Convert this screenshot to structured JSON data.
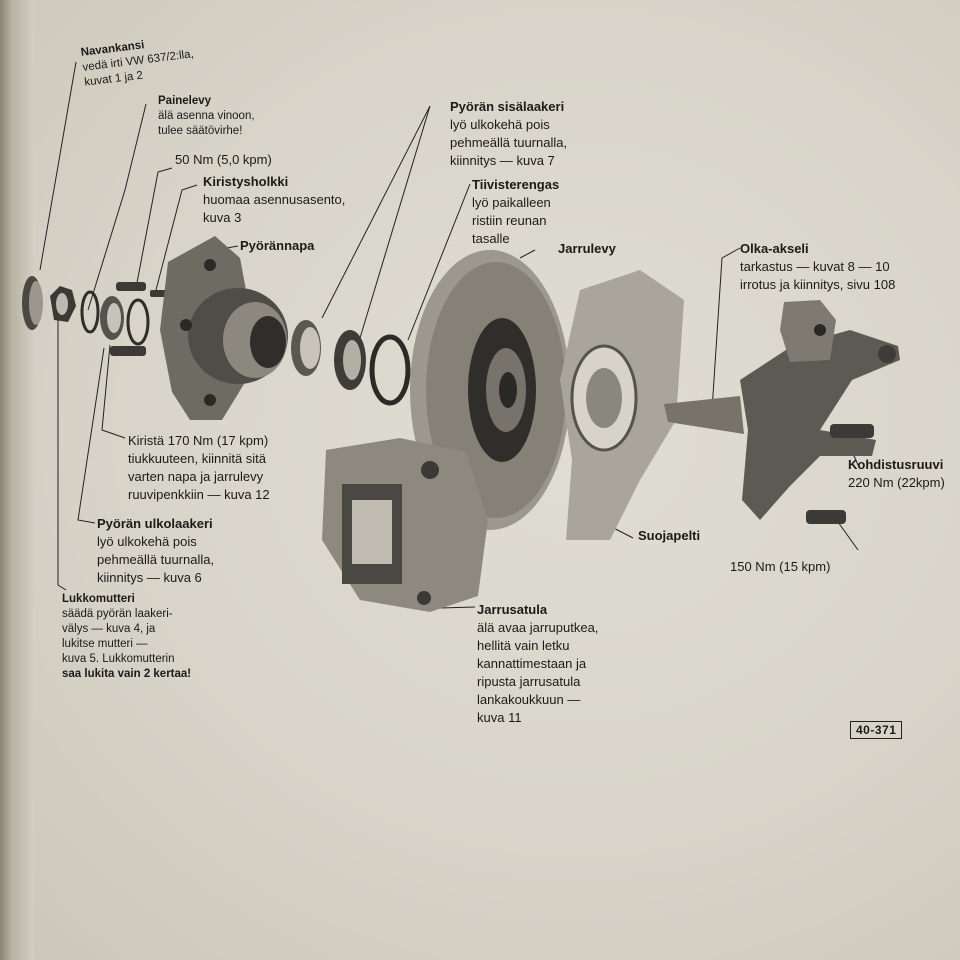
{
  "labels": {
    "navankansi": {
      "title": "Navankansi",
      "lines": [
        "vedä irti VW 637/2:lla,",
        "kuvat 1 ja 2"
      ]
    },
    "painelevy": {
      "title": "Painelevy",
      "lines": [
        "älä asenna vinoon,",
        "tulee säätövirhe!"
      ]
    },
    "torque_50": {
      "lines": [
        "50 Nm (5,0 kpm)"
      ]
    },
    "kiristysholkki": {
      "title": "Kiristysholkki",
      "lines": [
        "huomaa asennusasento,",
        "kuva 3"
      ]
    },
    "pyorannapa": {
      "title": "Pyörännapa"
    },
    "sisalaakeri": {
      "title": "Pyörän sisälaakeri",
      "lines": [
        "lyö ulkokehä pois",
        "pehmeällä tuurnalla,",
        "kiinnitys — kuva 7"
      ]
    },
    "tiivisterengas": {
      "title": "Tiivisterengas",
      "lines": [
        "lyö paikalleen",
        "ristiin reunan",
        "tasalle"
      ]
    },
    "jarrulevy": {
      "title": "Jarrulevy"
    },
    "olka_akseli": {
      "title": "Olka-akseli",
      "lines": [
        "tarkastus — kuvat 8 — 10",
        "irrotus ja kiinnitys, sivu 108"
      ]
    },
    "kohdistusruuvi": {
      "title": "Kohdistusruuvi",
      "lines": [
        "220 Nm (22kpm)"
      ]
    },
    "torque_150": {
      "lines": [
        "150 Nm (15 kpm)"
      ]
    },
    "suojapelti": {
      "title": "Suojapelti"
    },
    "kirista": {
      "lines": [
        "Kiristä 170 Nm (17 kpm)",
        "tiukkuuteen, kiinnitä sitä",
        "varten napa ja jarrulevy",
        "ruuvipenkkiin — kuva 12"
      ]
    },
    "ulkolaakeri": {
      "title": "Pyörän ulkolaakeri",
      "lines": [
        "lyö ulkokehä pois",
        "pehmeällä tuurnalla,",
        "kiinnitys — kuva 6"
      ]
    },
    "lukkomutteri": {
      "title": "Lukkomutteri",
      "lines": [
        "säädä pyörän laakeri-",
        "välys — kuva 4, ja",
        "lukitse mutteri —",
        "kuva 5. Lukkomutterin",
        "saa lukita vain 2 kertaa!"
      ]
    },
    "jarrusatula": {
      "title": "Jarrusatula",
      "lines": [
        "älä avaa jarruputkea,",
        "hellitä vain letku",
        "kannattimestaan ja",
        "ripusta jarrusatula",
        "lankakoukkuun —",
        "kuva 11"
      ]
    }
  },
  "figure_code": "40-371"
}
